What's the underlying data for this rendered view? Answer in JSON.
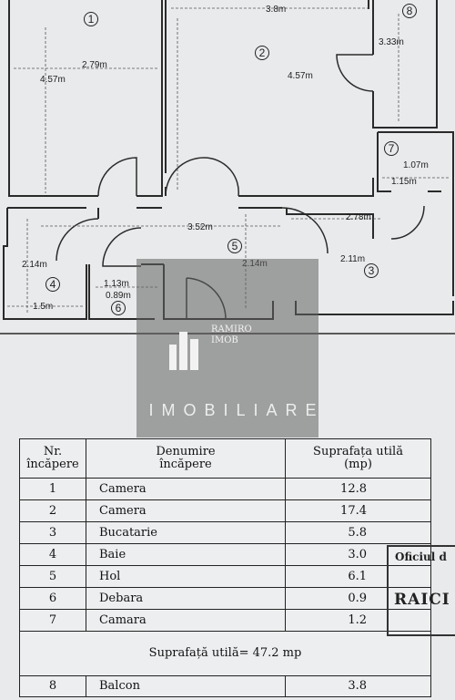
{
  "floor_plan": {
    "rooms": [
      {
        "number": "1"
      },
      {
        "number": "2"
      },
      {
        "number": "3"
      },
      {
        "number": "4"
      },
      {
        "number": "5"
      },
      {
        "number": "6"
      },
      {
        "number": "7"
      },
      {
        "number": "8"
      }
    ],
    "dimensions": [
      "3.8m",
      "2.79m",
      "4.57m",
      "4.57m",
      "3.33m",
      "1.07m",
      "1.15m",
      "3.52m",
      "2.78m",
      "2.14m",
      "2.11m",
      "2.14m",
      "1.13m",
      "0.89m",
      "1.5m"
    ]
  },
  "watermark": {
    "logo_line1": "RAMIRO",
    "logo_line2": "IMOB",
    "bottom_text": "IMOBILIARE",
    "color": "#5f5f5f"
  },
  "table": {
    "headers": {
      "nr": [
        "Nr.",
        "încăpere"
      ],
      "name": [
        "Denumire",
        "încăpere"
      ],
      "area": [
        "Suprafața utilă",
        "(mp)"
      ]
    },
    "rows": [
      {
        "nr": "1",
        "name": "Camera",
        "area": "12.8"
      },
      {
        "nr": "2",
        "name": "Camera",
        "area": "17.4"
      },
      {
        "nr": "3",
        "name": "Bucatarie",
        "area": "5.8"
      },
      {
        "nr": "4",
        "name": "Baie",
        "area": "3.0"
      },
      {
        "nr": "5",
        "name": "Hol",
        "area": "6.1"
      },
      {
        "nr": "6",
        "name": "Debara",
        "area": "0.9"
      },
      {
        "nr": "7",
        "name": "Camara",
        "area": "1.2"
      }
    ],
    "total": "Suprafață utilă= 47.2 mp",
    "balcony": {
      "nr": "8",
      "name": "Balcon",
      "area": "3.8"
    }
  },
  "stamp": {
    "line1": "Oficiul d",
    "line2": "RAICI"
  }
}
